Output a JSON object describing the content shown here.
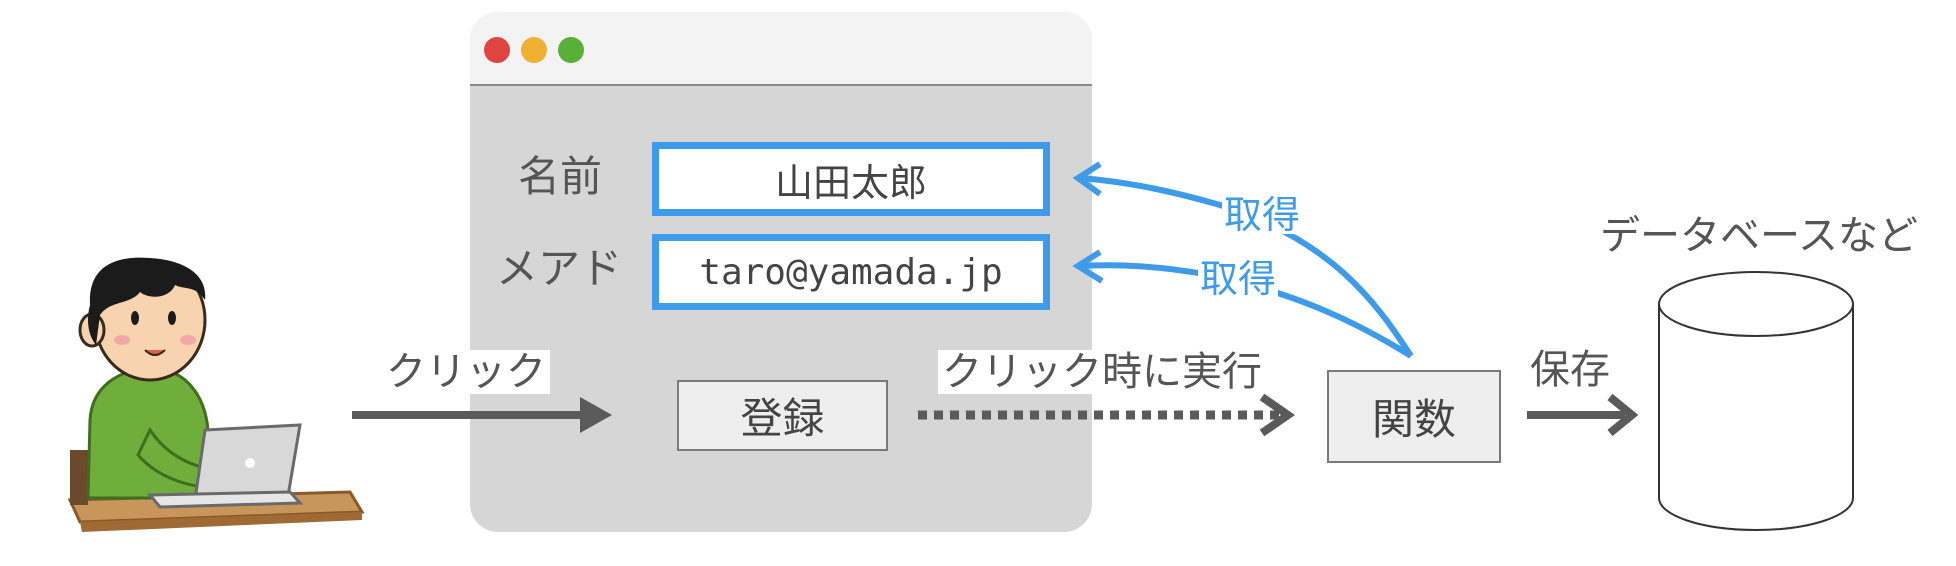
{
  "form": {
    "name_label": "名前",
    "name_value": "山田太郎",
    "email_label": "メアド",
    "email_value": "taro@yamada.jp",
    "submit_label": "登録"
  },
  "arrows": {
    "click_label": "クリック",
    "execute_label": "クリック時に実行",
    "fetch_label_1": "取得",
    "fetch_label_2": "取得",
    "save_label": "保存"
  },
  "function_label": "関数",
  "database_label": "データベースなど",
  "colors": {
    "accent_blue": "#3d9be9",
    "arrow_gray": "#5a5a5a",
    "window_gray": "#d6d6d6",
    "traffic_red": "#e0443e",
    "traffic_yellow": "#f0b033",
    "traffic_green": "#58b037"
  },
  "icons": {
    "user": "person-at-laptop-icon",
    "database": "database-cylinder-icon"
  }
}
